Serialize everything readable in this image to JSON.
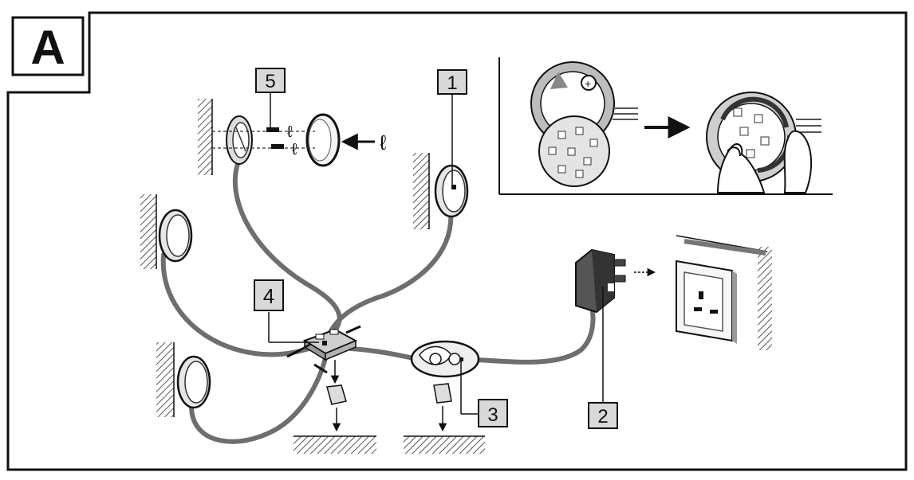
{
  "figure": {
    "panel_letter": "A",
    "callouts": [
      "1",
      "2",
      "3",
      "4",
      "5"
    ],
    "icons": {
      "lights": "round-led-light-icon",
      "junction": "distributor-block-icon",
      "switch": "inline-switch-icon",
      "adapter": "plug-adapter-icon",
      "socket": "wall-socket-icon",
      "screws": "screw-icon",
      "tape": "adhesive-pad-icon",
      "arrow": "arrow-right-icon"
    },
    "colors": {
      "line": "#1a1a1a",
      "cable": "#6e6e6e",
      "label_fill": "#d9d9d9",
      "hatch": "#555555"
    }
  }
}
